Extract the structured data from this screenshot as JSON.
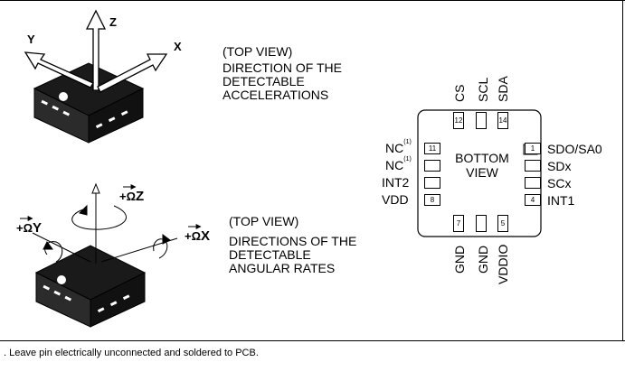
{
  "accel": {
    "view_label": "(TOP VIEW)",
    "line1": "DIRECTION OF THE",
    "line2": "DETECTABLE",
    "line3": "ACCELERATIONS",
    "axis_x": "X",
    "axis_y": "Y",
    "axis_z": "Z"
  },
  "gyro": {
    "view_label": "(TOP VIEW)",
    "line1": "DIRECTIONS OF THE",
    "line2": "DETECTABLE",
    "line3": "ANGULAR RATES",
    "omega_x_sym": "+Ω",
    "omega_x_sub": "X",
    "omega_y_sym": "+Ω",
    "omega_y_sub": "Y",
    "omega_z_sym": "+Ω",
    "omega_z_sub": "Z"
  },
  "pinout": {
    "center_line1": "BOTTOM",
    "center_line2": "VIEW",
    "left_labels": [
      "NC",
      "NC",
      "INT2",
      "VDD"
    ],
    "left_label_note": "(1)",
    "right_labels": [
      "SDO/SA0",
      "SDx",
      "SCx",
      "INT1"
    ],
    "top_labels": [
      "CS",
      "SCL",
      "SDA"
    ],
    "bottom_labels": [
      "GND",
      "GND",
      "VDDIO"
    ],
    "pin_numbers": {
      "p1": "1",
      "p4": "4",
      "p5": "5",
      "p7": "7",
      "p8": "8",
      "p11": "11",
      "p12": "12",
      "p14": "14"
    }
  },
  "footnote": ".  Leave pin electrically unconnected and soldered to PCB."
}
